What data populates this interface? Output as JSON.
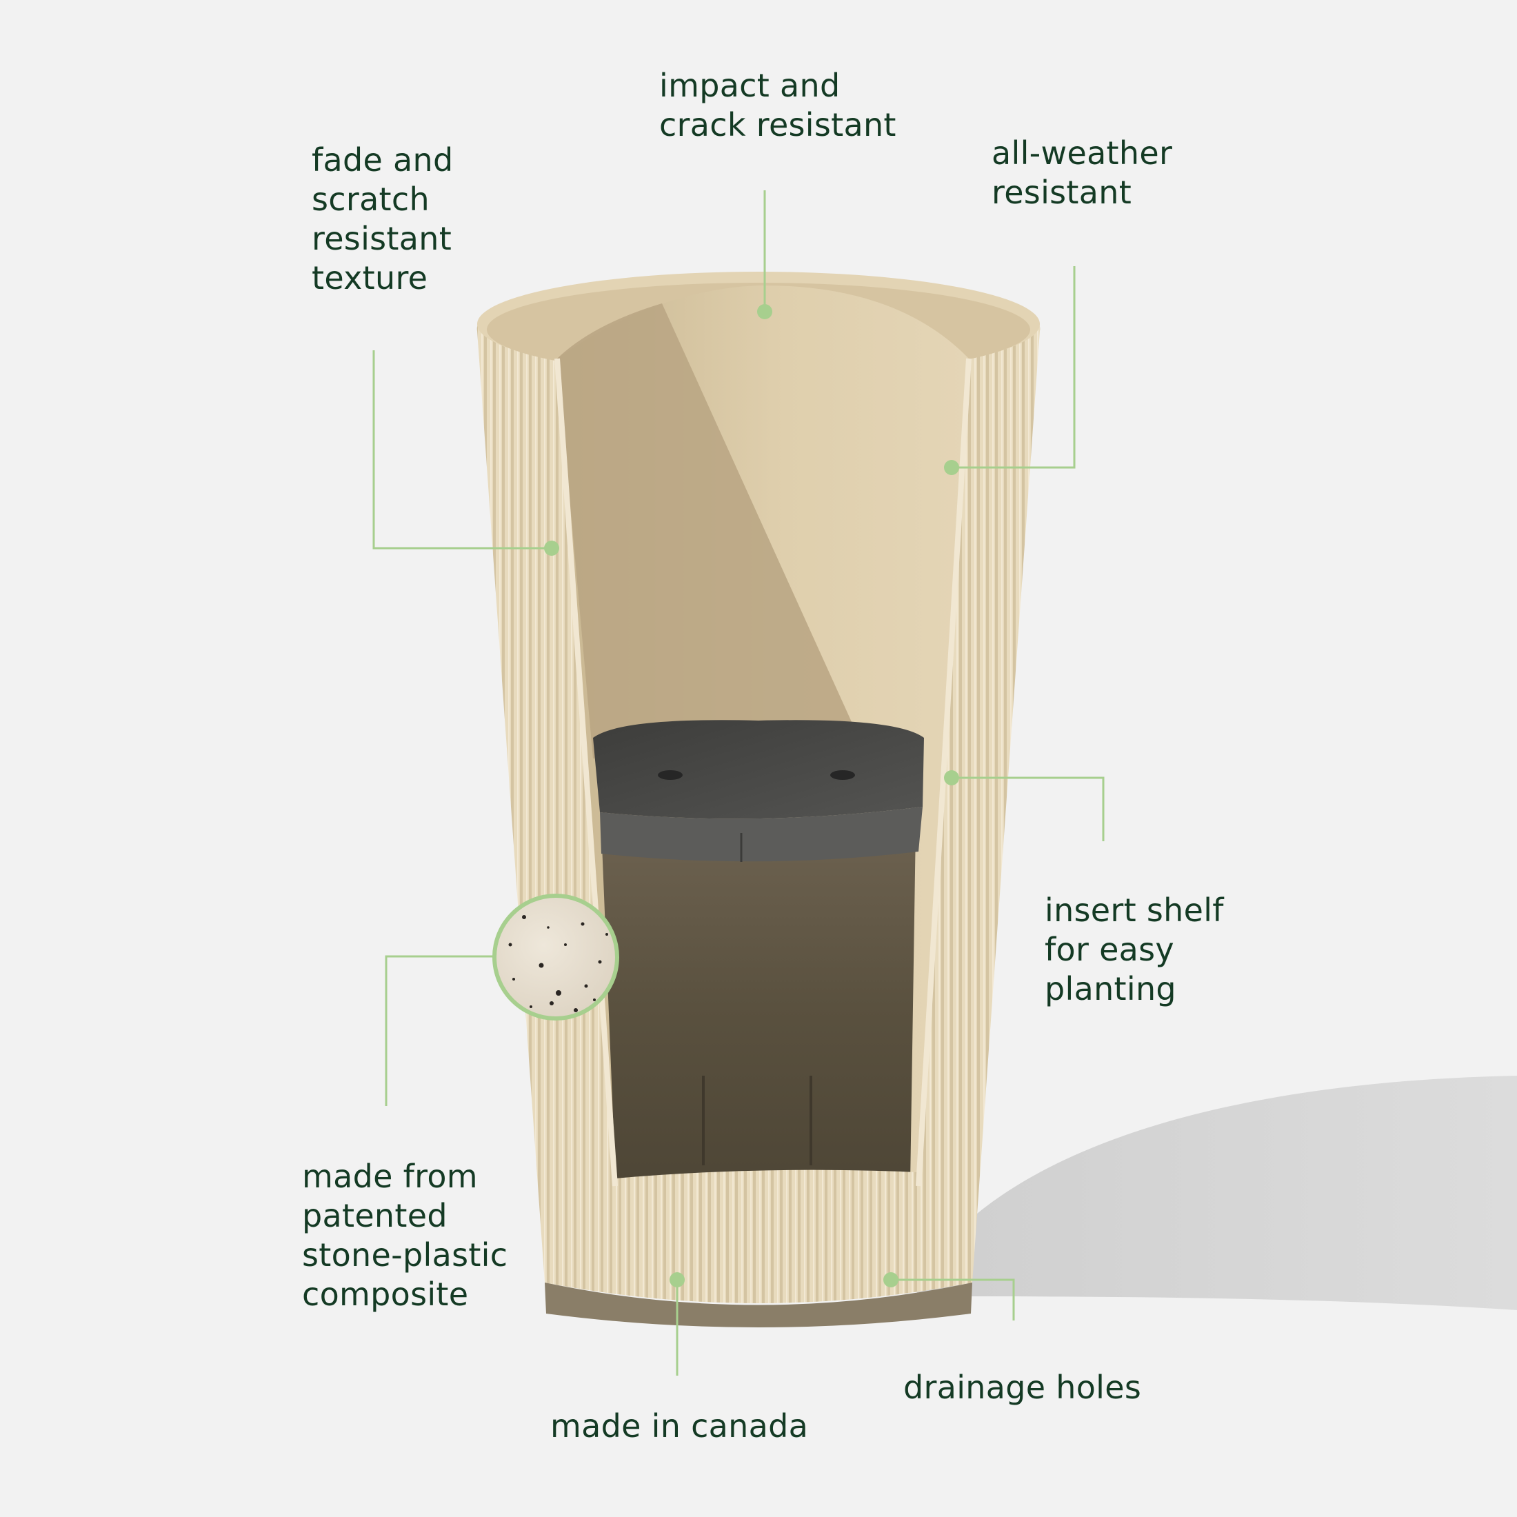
{
  "labels": {
    "impact": "impact and\ncrack resistant",
    "fade": "fade and\nscratch\nresistant\ntexture",
    "weather": "all-weather\nresistant",
    "shelf": "insert shelf\nfor easy\nplanting",
    "composite": "made from\npatented\nstone-plastic\ncomposite",
    "canada": "made in canada",
    "drainage": "drainage holes"
  },
  "colors": {
    "background": "#f2f2f2",
    "text": "#143a24",
    "callout": "#a7cf8e",
    "pot_outer": "#e9dcc0",
    "pot_inner": "#d9c7a4",
    "pot_shadow": "#b7a482",
    "pot_dark": "#5e5646",
    "shelf": "#4a4a48",
    "floor_shadow": "#d5d5d5"
  }
}
